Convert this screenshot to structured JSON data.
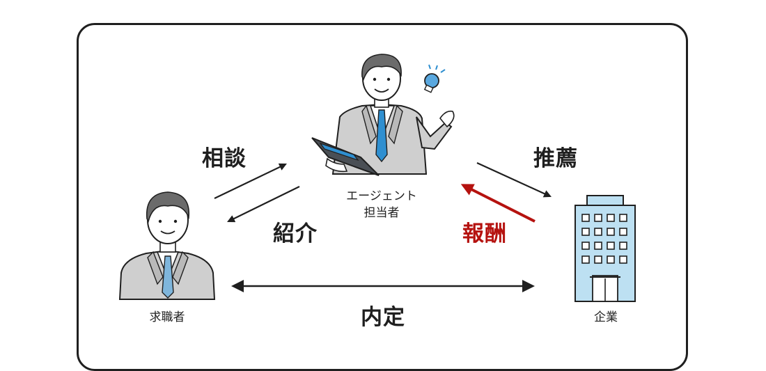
{
  "labels": {
    "consult": "相談",
    "introduce": "紹介",
    "recommend": "推薦",
    "reward": "報酬",
    "offer": "内定"
  },
  "actors": {
    "agent": {
      "line1": "エージェント",
      "line2": "担当者"
    },
    "job_seeker": "求職者",
    "company": "企業"
  },
  "colors": {
    "reward_arrow": "#b5120f",
    "text": "#1f1f1f",
    "suit": "#c9c9c9",
    "tie": "#2f8fd0",
    "building": "#bde0f2"
  }
}
